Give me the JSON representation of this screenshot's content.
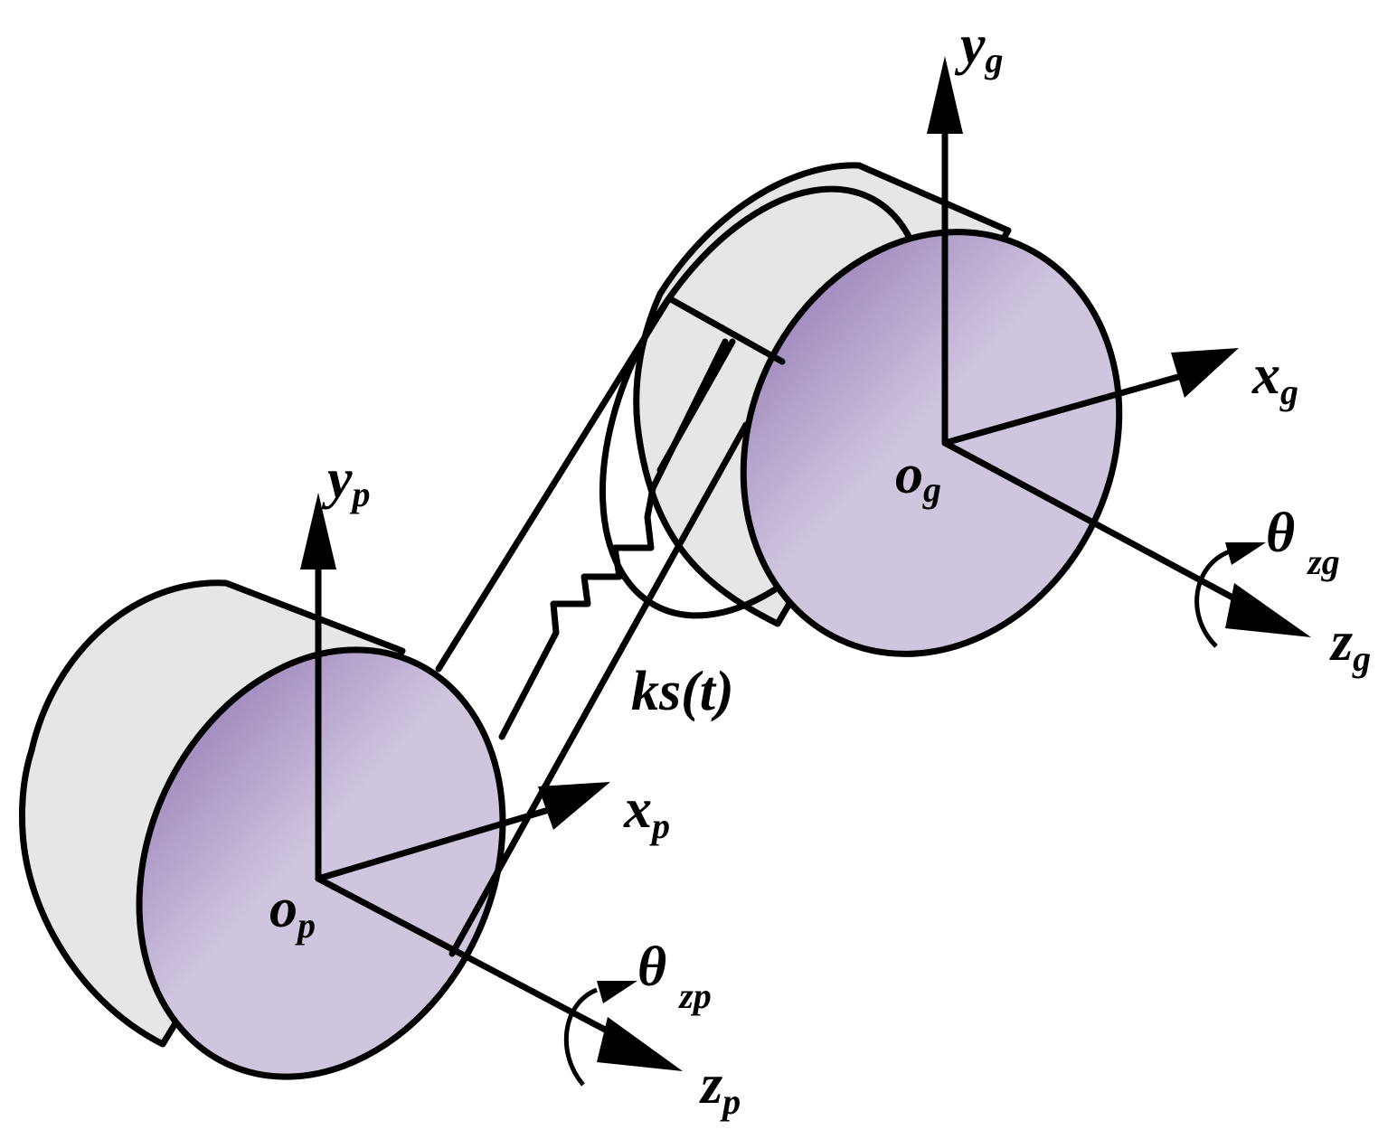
{
  "colors": {
    "face_light": "#cfc5de",
    "face_dark": "#9f89bd",
    "rim": "#e5e6e5",
    "outline": "#000000"
  },
  "labels": {
    "y_g": {
      "main": "y",
      "sub": "g"
    },
    "x_g": {
      "main": "x",
      "sub": "g"
    },
    "o_g": {
      "main": "o",
      "sub": "g"
    },
    "theta_zg": {
      "main": "θ",
      "sub": "zg"
    },
    "z_g": {
      "main": "z",
      "sub": "g"
    },
    "y_p": {
      "main": "y",
      "sub": "p"
    },
    "x_p": {
      "main": "x",
      "sub": "p"
    },
    "o_p": {
      "main": "o",
      "sub": "p"
    },
    "theta_zp": {
      "main": "θ",
      "sub": "zp"
    },
    "z_p": {
      "main": "z",
      "sub": "p"
    },
    "mesh_stiffness": "ks(t)"
  }
}
